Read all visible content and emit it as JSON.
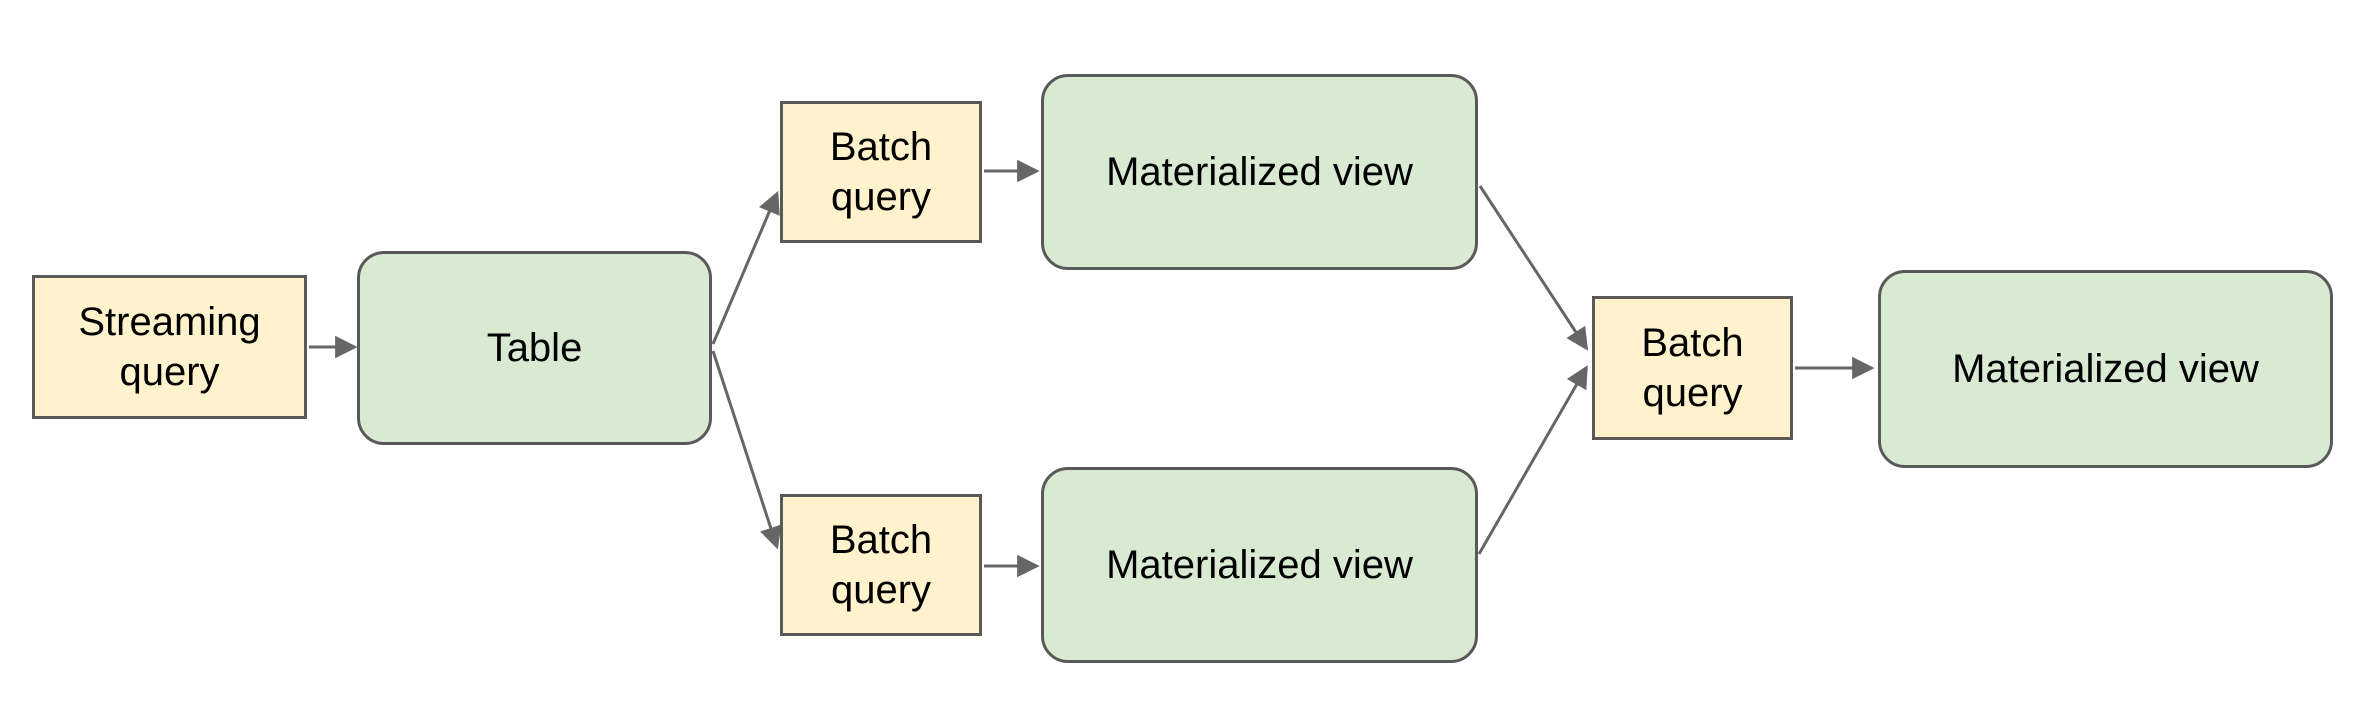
{
  "diagram_type": "flowchart",
  "nodes": [
    {
      "id": "streaming-query",
      "label": "Streaming query",
      "kind": "query"
    },
    {
      "id": "table",
      "label": "Table",
      "kind": "view"
    },
    {
      "id": "batch-query-top",
      "label": "Batch query",
      "kind": "query"
    },
    {
      "id": "materialized-view-top",
      "label": "Materialized view",
      "kind": "view"
    },
    {
      "id": "batch-query-bottom",
      "label": "Batch query",
      "kind": "query"
    },
    {
      "id": "materialized-view-bottom",
      "label": "Materialized view",
      "kind": "view"
    },
    {
      "id": "batch-query-right",
      "label": "Batch query",
      "kind": "query"
    },
    {
      "id": "materialized-view-right",
      "label": "Materialized view",
      "kind": "view"
    }
  ],
  "edges": [
    {
      "from": "streaming-query",
      "to": "table"
    },
    {
      "from": "table",
      "to": "batch-query-top"
    },
    {
      "from": "table",
      "to": "batch-query-bottom"
    },
    {
      "from": "batch-query-top",
      "to": "materialized-view-top"
    },
    {
      "from": "batch-query-bottom",
      "to": "materialized-view-bottom"
    },
    {
      "from": "materialized-view-top",
      "to": "batch-query-right"
    },
    {
      "from": "materialized-view-bottom",
      "to": "batch-query-right"
    },
    {
      "from": "batch-query-right",
      "to": "materialized-view-right"
    }
  ],
  "colors": {
    "query_fill": "#fff2cc",
    "query_border": "#595959",
    "view_fill": "#d9ead3",
    "view_border": "#595959",
    "arrow": "#666666",
    "text": "#000000",
    "background": "#ffffff"
  }
}
